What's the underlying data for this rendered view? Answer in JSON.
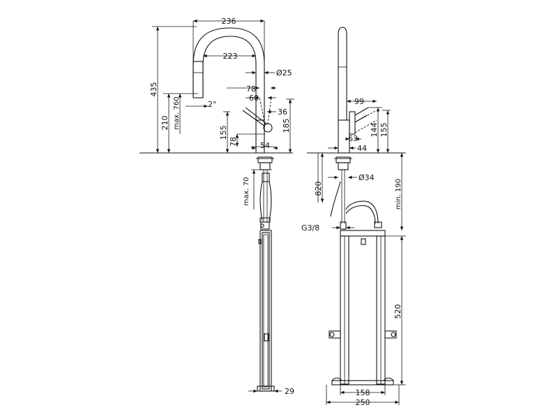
{
  "front_view": {
    "dims": {
      "d236": "236",
      "d223": "223",
      "d25": "Ø25",
      "d435": "435",
      "d78top": "78",
      "d60": "60",
      "d36": "36",
      "d210": "210",
      "d760": "max. 760",
      "d2deg": "2°",
      "d155": "155",
      "d185": "185",
      "d78bot": "78",
      "d54": "54",
      "d70": "max. 70",
      "d29": "29"
    }
  },
  "side_view": {
    "dims": {
      "d99": "99",
      "d144": "144",
      "d155": "155",
      "d63": "63",
      "d44": "44",
      "d820": "820",
      "d34": "Ø34",
      "d190": "min. 190",
      "dG38": "G3/8",
      "d520": "520",
      "d158": "158",
      "d250": "250"
    }
  }
}
